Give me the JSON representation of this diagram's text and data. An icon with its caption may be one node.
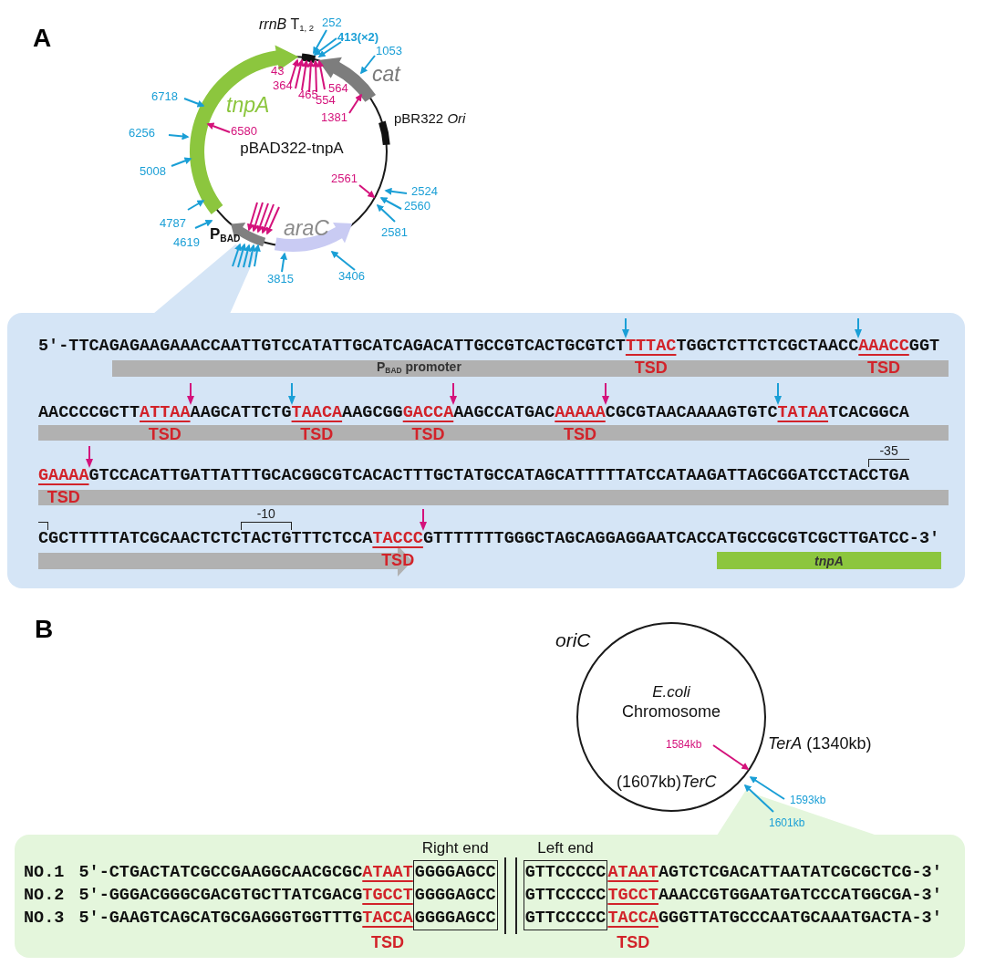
{
  "diagram": {
    "nodes": [
      {
        "text": [
          "pBAD322-tnpA"
        ]
      },
      {
        "text": [
          "P$_{BAD}$ promoter"
        ]
      },
      {
        "text": [],
        "shape": "bar"
      },
      {
        "text": [],
        "shape": "bar"
      },
      {
        "text": [],
        "shape": "arrow"
      },
      {
        "text": [
          "tnpA"
        ]
      },
      {
        "text": [
          "E.coli",
          "Chromosome"
        ]
      },
      {
        "text": [
          "Right end",
          "GGGGAGCC",
          "GGGGAGCC",
          "GGGGAGCC"
        ]
      },
      {
        "text": [],
        "shape": "break"
      },
      {
        "text": [
          "Left end",
          "GTTCCCCC",
          "GTTCCCCC",
          "GTTCCCCC"
        ]
      }
    ],
    "labels": [
      "A",
      "*rrnB* T$_{1, 2}$",
      "252",
      "413(×2)",
      "1053",
      "cat",
      "43",
      "364",
      "465",
      "554",
      "564",
      "1381",
      "pBR322 *Ori*",
      "6718",
      "tnpA",
      "6256",
      "6580",
      "5008",
      "2561",
      "2524",
      "2560",
      "4787",
      "2581",
      "4619",
      "P$_{BAD}$",
      "araC",
      "3815",
      "3406",
      "5′-TTCAGAGAAGAAACCAATTGTCCATATTGCATCAGACATTGCCGTCACTGCGTCT",
      "TTTAC",
      "TGGCTCTTCTCGCTAACC",
      "AAACC",
      "GGT",
      "TSD",
      "TSD",
      "AACCCCGCTT",
      "ATTAA",
      "AAGCATTCTG",
      "TAACA",
      "AAGCGG",
      "GACCA",
      "AAGCCATGAC",
      "AAAAA",
      "CGCGTAACAAAAGTGTC",
      "TATAA",
      "TCACGGCA",
      "TSD",
      "TSD",
      "TSD",
      "TSD",
      "-35",
      "GAAAA",
      "GTCCACATTGATTATTTGCACGGCGTCACACTTTGCTATGCCATAGCATTTTTATCCATAAGATTAGCGGATCCTACCTGA",
      "TSD",
      "-10",
      "CGCTTTTTATCGCAACTCTCTACTGTTTCTCCA",
      "TACCC",
      "GTTTTTTTGGGCTAGCAGGAGGAATCACCATGCCGCGTCGCTTGATCC-3′",
      "TSD",
      "B",
      "oriC",
      "1584kb",
      "*TerA* (1340kb)",
      "(1607kb)*TerC*",
      "1593kb",
      "1601kb",
      "NO.1",
      "5′-CTGACTATCGCCGAAGGCAACGCGC",
      "ATAAT",
      "ATAAT",
      "AGTCTCGACATTAATATCGCGCTCG-3′",
      "NO.2",
      "5′-GGGACGGGCGACGTGCTTATCGACG",
      "TGCCT",
      "TGCCT",
      "AAACCGTGGAATGATCCCATGGCGA-3′",
      "NO.3",
      "5′-GAAGTCAGCATGCGAGGGTGGTTTG",
      "TACCA",
      "TACCA",
      "GGGTTATGCCCAATGCAAATGACTA-3′",
      "TSD",
      "TSD"
    ]
  }
}
